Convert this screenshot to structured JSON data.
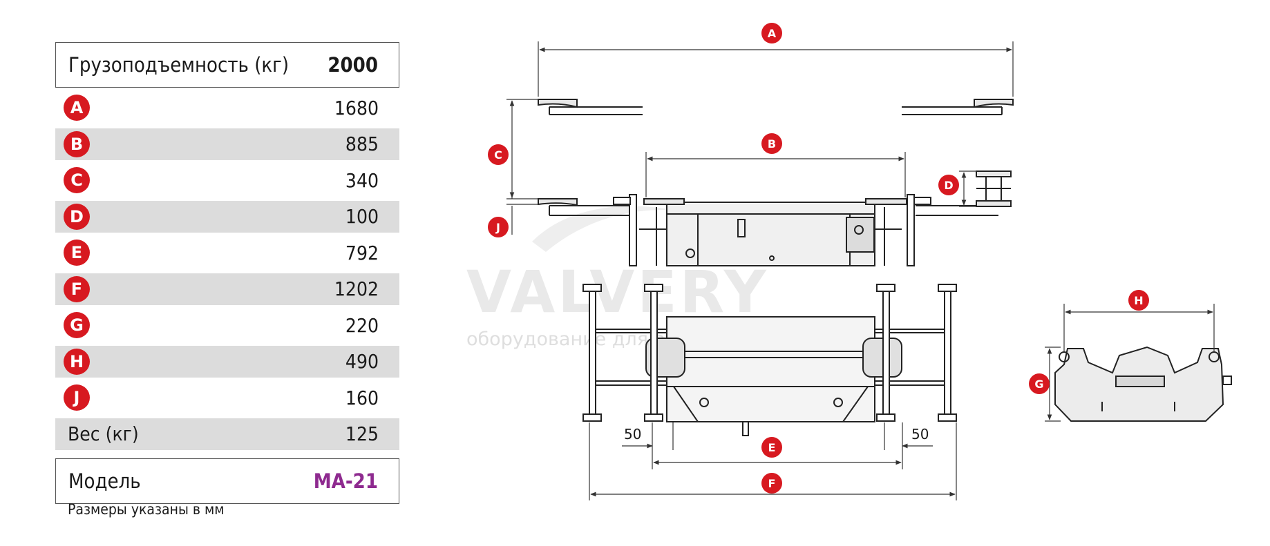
{
  "spec_table": {
    "capacity_label": "Грузоподъемность (кг)",
    "capacity_value": "2000",
    "rows": [
      {
        "badge": "A",
        "value": "1680"
      },
      {
        "badge": "B",
        "value": "885"
      },
      {
        "badge": "C",
        "value": "340"
      },
      {
        "badge": "D",
        "value": "100"
      },
      {
        "badge": "E",
        "value": "792"
      },
      {
        "badge": "F",
        "value": "1202"
      },
      {
        "badge": "G",
        "value": "220"
      },
      {
        "badge": "H",
        "value": "490"
      },
      {
        "badge": "J",
        "value": "160"
      }
    ],
    "weight_label": "Вес (кг)",
    "weight_value": "125",
    "model_label": "Модель",
    "model_value": "MA-21"
  },
  "footnote": "Размеры указаны в мм",
  "drawing": {
    "dim_labels": [
      "A",
      "B",
      "C",
      "D",
      "E",
      "F",
      "G",
      "H",
      "J"
    ],
    "offset_left": "50",
    "offset_right": "50"
  },
  "watermark": {
    "brand": "VALVERY",
    "tagline": "оборудование для автосервиса"
  },
  "colors": {
    "badge_red": "#d71920",
    "model_purple": "#8e2a8f",
    "row_shade": "#dcdcdc"
  }
}
